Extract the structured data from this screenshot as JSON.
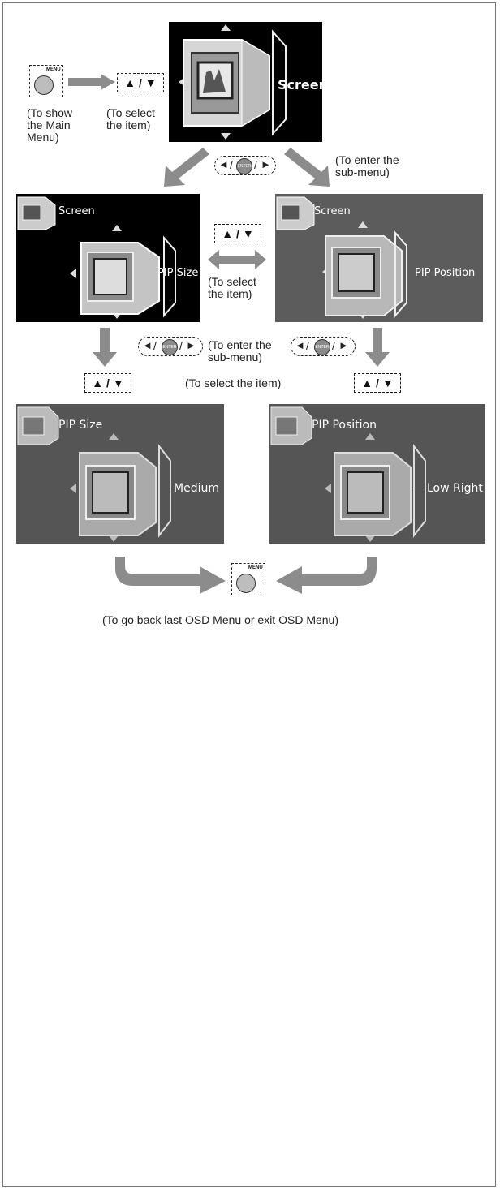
{
  "keys": {
    "menu_label": "MENU",
    "enter_label": "ENTER",
    "updown_symbol": "▲ / ▼",
    "left_glyph": "◄",
    "right_glyph": "►",
    "slash": "/"
  },
  "captions": {
    "show_main_menu": "(To show\nthe Main\nMenu)",
    "select_item_top": "(To select\nthe item)",
    "enter_submenu_top": "(To enter the\nsub-menu)",
    "select_item_mid": "(To select\nthe item)",
    "enter_submenu_mid": "(To enter the\nsub-menu)",
    "select_item_row": "(To select the item)",
    "go_back": "(To go back last OSD Menu or exit OSD Menu)"
  },
  "screens": {
    "main": {
      "item": "Screen"
    },
    "pip_size_menu": {
      "corner": "Screen",
      "item": "PIP Size"
    },
    "pip_position_menu": {
      "corner": "Screen",
      "item": "PIP Position"
    },
    "pip_size_value": {
      "corner": "PIP Size",
      "value": "Medium"
    },
    "pip_position_value": {
      "corner": "PIP Position",
      "value": "Low Right"
    }
  },
  "colors": {
    "arrow_gray": "#8c8c8c",
    "screen_dark": "#000000",
    "screen_gray": "#5c5c5c"
  }
}
